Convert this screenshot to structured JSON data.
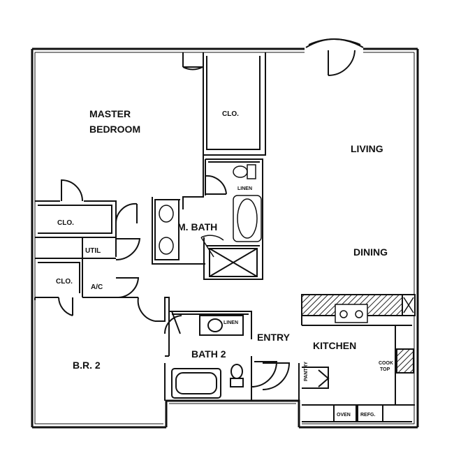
{
  "rooms": {
    "master_bedroom_line1": "MASTER",
    "master_bedroom_line2": "BEDROOM",
    "master_closet": "CLO.",
    "living": "LIVING",
    "dining": "DINING",
    "linen_master": "LINEN",
    "master_bath": "M. BATH",
    "closet_left_upper": "CLO.",
    "closet_left_lower": "CLO.",
    "utility": "UTIL",
    "ac": "A/C",
    "bedroom_2": "B.R. 2",
    "bath_2": "BATH 2",
    "linen_bath2": "LINEN",
    "entry": "ENTRY",
    "kitchen": "KITCHEN",
    "cooktop_line1": "COOK",
    "cooktop_line2": "TOP",
    "oven": "OVEN",
    "refrigerator": "REFG.",
    "pantry": "PANTRY"
  },
  "colors": {
    "line": "#111111",
    "counter_fill": "#6b6b6b",
    "background": "#ffffff"
  }
}
